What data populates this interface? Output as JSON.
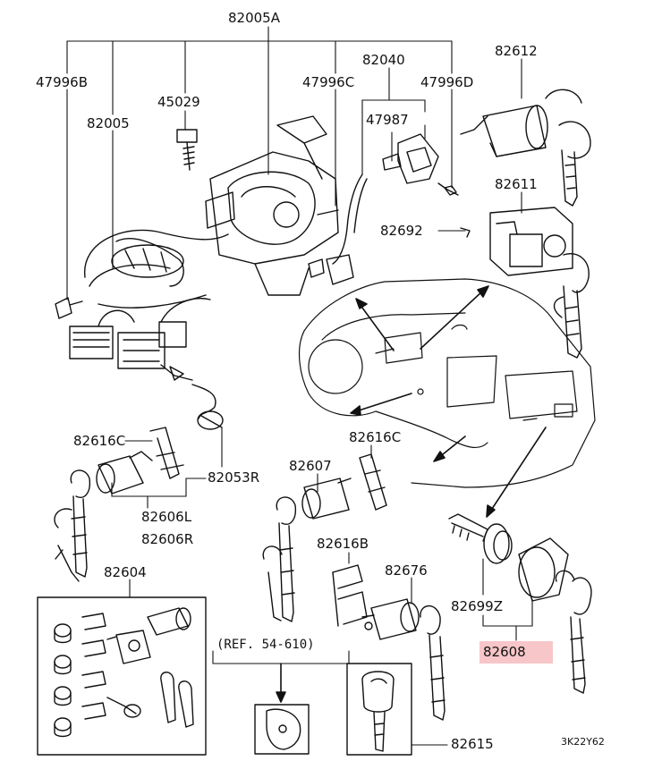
{
  "part_numbers": {
    "p82005A": "82005A",
    "p47996B": "47996B",
    "p45029": "45029",
    "p82005": "82005",
    "p47996C": "47996C",
    "p82040": "82040",
    "p47996D": "47996D",
    "p47987": "47987",
    "p82612": "82612",
    "p82611": "82611",
    "p82692": "82692",
    "p82616C_left": "82616C",
    "p82616C_right": "82616C",
    "p82053R": "82053R",
    "p82606L": "82606L",
    "p82606R": "82606R",
    "p82607": "82607",
    "p82616B": "82616B",
    "p82676": "82676",
    "p82699Z": "82699Z",
    "p82608": "82608",
    "p82604": "82604",
    "p82615": "82615"
  },
  "reference_note": "(REF. 54-610)",
  "diagram_code": "3K22Y62",
  "colors": {
    "line": "#111111",
    "highlight": "#f7c6c9",
    "background": "#ffffff"
  }
}
